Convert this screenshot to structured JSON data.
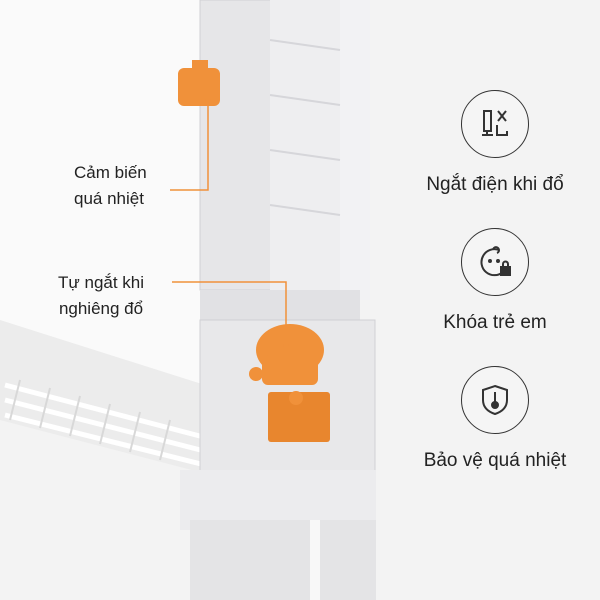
{
  "callouts": {
    "thermal_sensor": [
      "Cảm biến",
      "quá nhiệt"
    ],
    "tilt_cutoff": [
      "Tự ngắt khi",
      "nghiêng đổ"
    ]
  },
  "features": [
    {
      "icon": "tip-over-cutoff-icon",
      "label": "Ngắt điện khi đổ"
    },
    {
      "icon": "child-lock-icon",
      "label": "Khóa trẻ em"
    },
    {
      "icon": "overheat-protection-icon",
      "label": "Bảo vệ quá nhiệt"
    }
  ],
  "colors": {
    "accent": "#f0913a",
    "background": "#f3f3f3"
  }
}
